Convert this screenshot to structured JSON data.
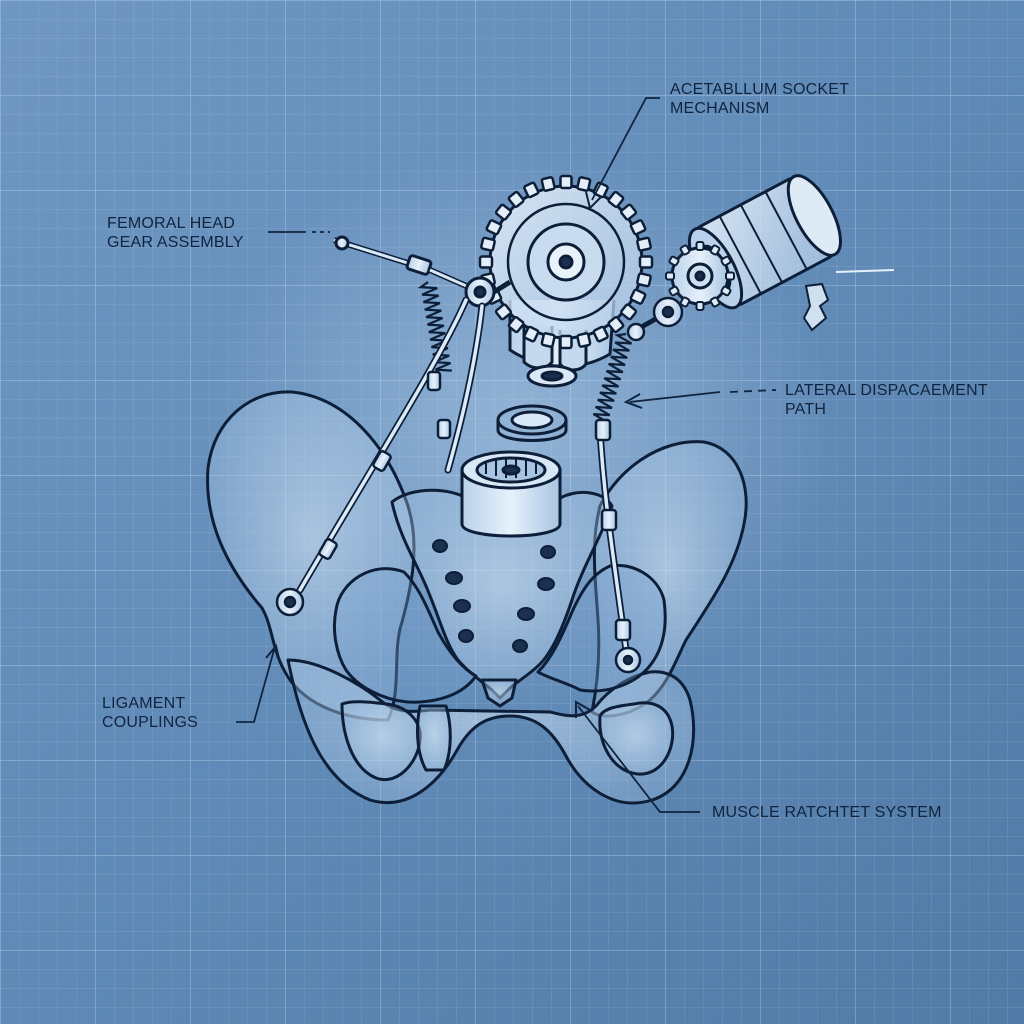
{
  "labels": {
    "acetabulum": {
      "line1": "ACETABLLUM SOCKET",
      "line2": "MECHANISM"
    },
    "femoral": {
      "line1": "FEMORAL HEAD",
      "line2": "GEAR ASSEMBLY"
    },
    "lateral": {
      "line1": "LATERAL DISPACAEMENT",
      "line2": "PATH"
    },
    "ligament": {
      "line1": "LIGAMENT",
      "line2": "COUPLINGS"
    },
    "muscle": {
      "line1": "MUSCLE RATCHTET SYSTEM"
    }
  },
  "colors": {
    "background": "#5f89b6",
    "ink": "#10243f",
    "glow": "#dcebfa"
  }
}
